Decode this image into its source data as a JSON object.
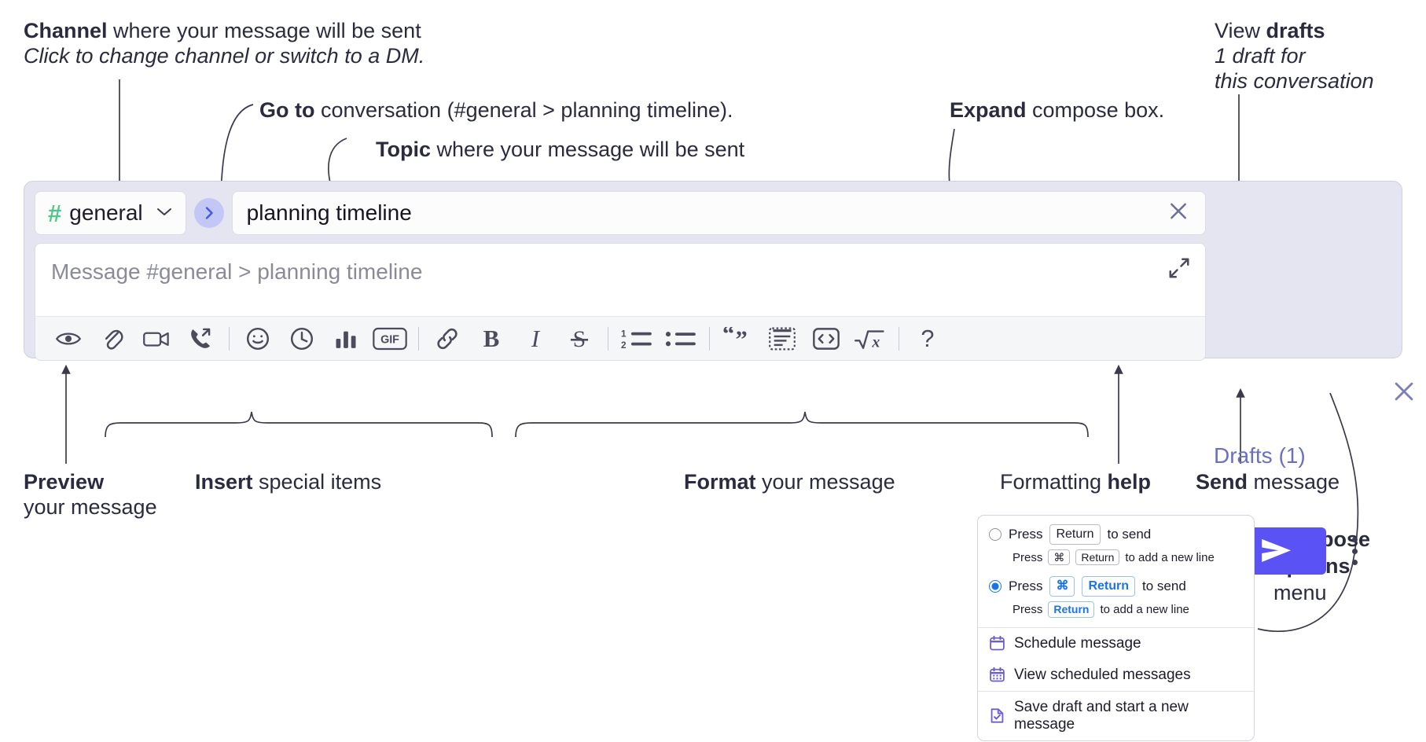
{
  "annotations": {
    "channel": {
      "bold": "Channel",
      "rest": " where your message will be sent",
      "italic": "Click to change channel or switch to a DM."
    },
    "goto": {
      "bold": "Go to",
      "rest": " conversation (#general > planning timeline)."
    },
    "topic": {
      "bold": "Topic",
      "rest": " where your message will be sent"
    },
    "expand": {
      "bold": "Expand",
      "rest": " compose box."
    },
    "drafts": {
      "pre": "View ",
      "bold": "drafts",
      "italic1": "1 draft for",
      "italic2": "this conversation"
    },
    "preview": {
      "bold": "Preview",
      "line2": "your message"
    },
    "insert": {
      "bold": "Insert",
      "rest": " special items"
    },
    "format": {
      "bold": "Format",
      "rest": " your message"
    },
    "help": {
      "pre": "Formatting ",
      "bold": "help"
    },
    "send": {
      "bold": "Send",
      "rest": " message"
    },
    "compose_options": {
      "bold1": "Compose",
      "bold2": "options",
      "rest": "menu"
    }
  },
  "compose": {
    "channel": {
      "hash": "#",
      "name": "general",
      "chevron_icon": "chevron-down-icon"
    },
    "goto_icon": "chevron-right-icon",
    "topic": {
      "value": "planning timeline",
      "clear_icon": "close-icon"
    },
    "message": {
      "placeholder": "Message #general > planning timeline",
      "expand_icon": "expand-icon"
    },
    "panel_close_icon": "close-icon",
    "drafts_label": "Drafts (1)",
    "send_icon": "send-icon",
    "kebab_icon": "more-vertical-icon",
    "toolbar": [
      {
        "name": "preview-icon",
        "label": "Preview"
      },
      {
        "name": "attachment-icon",
        "label": "Attach file"
      },
      {
        "name": "video-icon",
        "label": "Record video clip"
      },
      {
        "name": "audio-call-icon",
        "label": "Record audio clip"
      },
      {
        "name": "divider",
        "label": ""
      },
      {
        "name": "emoji-icon",
        "label": "Emoji"
      },
      {
        "name": "clock-icon",
        "label": "Schedule"
      },
      {
        "name": "poll-icon",
        "label": "Poll"
      },
      {
        "name": "gif-icon",
        "label": "GIF"
      },
      {
        "name": "divider",
        "label": ""
      },
      {
        "name": "link-icon",
        "label": "Link"
      },
      {
        "name": "bold-icon",
        "label": "B"
      },
      {
        "name": "italic-icon",
        "label": "I"
      },
      {
        "name": "strikethrough-icon",
        "label": "S"
      },
      {
        "name": "divider",
        "label": ""
      },
      {
        "name": "ordered-list-icon",
        "label": "Ordered list"
      },
      {
        "name": "bulleted-list-icon",
        "label": "Bulleted list"
      },
      {
        "name": "divider",
        "label": ""
      },
      {
        "name": "blockquote-icon",
        "label": "Blockquote"
      },
      {
        "name": "code-block-icon",
        "label": "Code block"
      },
      {
        "name": "code-icon",
        "label": "Code"
      },
      {
        "name": "math-icon",
        "label": "Math"
      },
      {
        "name": "divider",
        "label": ""
      },
      {
        "name": "help-icon",
        "label": "?"
      }
    ]
  },
  "options_menu": {
    "option_1": {
      "selected": false,
      "press": "Press",
      "key": "Return",
      "tail": "to send",
      "sub_press": "Press",
      "sub_key1": "⌘",
      "sub_key2": "Return",
      "sub_tail": "to add a new line"
    },
    "option_2": {
      "selected": true,
      "press": "Press",
      "key1": "⌘",
      "key2": "Return",
      "tail": "to send",
      "sub_press": "Press",
      "sub_key": "Return",
      "sub_tail": "to add a new line"
    },
    "items": [
      {
        "icon": "calendar-icon",
        "label": "Schedule message"
      },
      {
        "icon": "calendar-grid-icon",
        "label": "View scheduled messages"
      },
      {
        "icon": "save-draft-icon",
        "label": "Save draft and start a new message"
      }
    ]
  },
  "colors": {
    "accent_send": "#5b52f5",
    "panel_bg": "#e4e5f1",
    "hash_green": "#4ec98a",
    "drafts_purple": "#6b6fc0",
    "goto_circle": "#c3c7f6",
    "radio_blue": "#1a73e8"
  }
}
